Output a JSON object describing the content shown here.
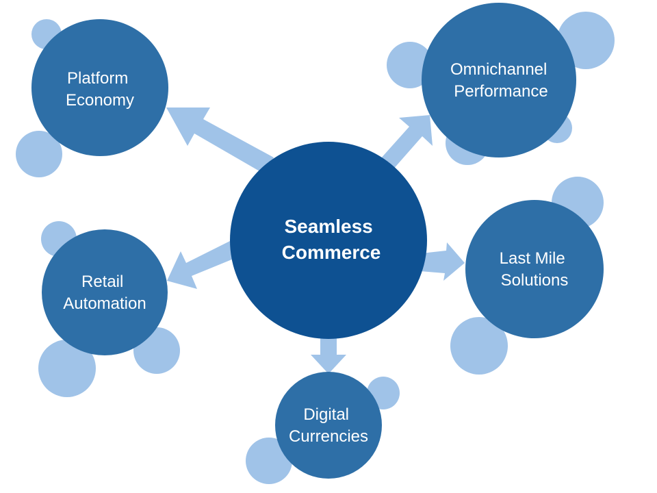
{
  "colors": {
    "hub": "#0e5192",
    "satellite": "#2e6fa7",
    "accent": "#a0c3e8",
    "arrow": "#a0c3e8",
    "text": "#ffffff"
  },
  "hub": {
    "lines": [
      "Seamless",
      "Commerce"
    ]
  },
  "satellites": [
    {
      "id": "platform-economy",
      "lines": [
        "Platform",
        "Economy"
      ]
    },
    {
      "id": "omnichannel-performance",
      "lines": [
        "Omnichannel",
        "Performance"
      ]
    },
    {
      "id": "retail-automation",
      "lines": [
        "Retail",
        "Automation"
      ]
    },
    {
      "id": "last-mile-solutions",
      "lines": [
        "Last Mile",
        "Solutions"
      ]
    },
    {
      "id": "digital-currencies",
      "lines": [
        "Digital",
        "Currencies"
      ]
    }
  ]
}
